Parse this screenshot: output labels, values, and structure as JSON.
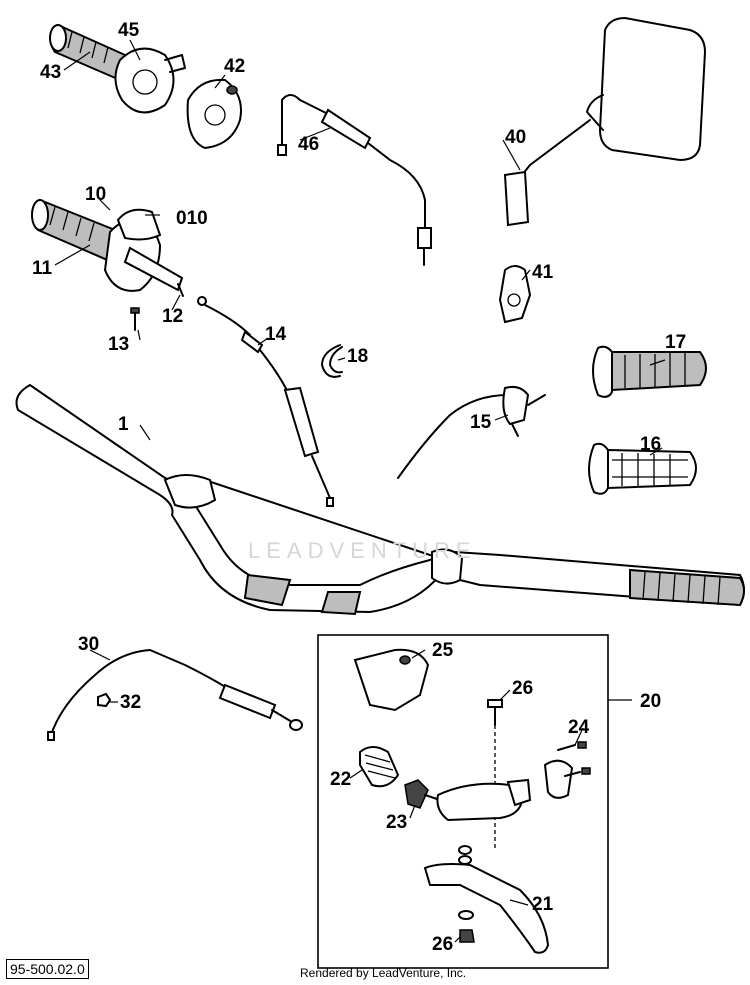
{
  "diagram": {
    "id_label": "95-500.02.0",
    "credit": "Rendered by LeadVenture, Inc.",
    "watermark": "LEADVENTURE"
  },
  "callouts": {
    "c1": "1",
    "c010": "010",
    "c10": "10",
    "c11": "11",
    "c12": "12",
    "c13": "13",
    "c14": "14",
    "c15": "15",
    "c16": "16",
    "c17": "17",
    "c18": "18",
    "c20": "20",
    "c21": "21",
    "c22": "22",
    "c23": "23",
    "c24": "24",
    "c25": "25",
    "c26a": "26",
    "c26b": "26",
    "c30": "30",
    "c32": "32",
    "c40": "40",
    "c41": "41",
    "c42": "42",
    "c43": "43",
    "c45": "45",
    "c46": "46"
  }
}
